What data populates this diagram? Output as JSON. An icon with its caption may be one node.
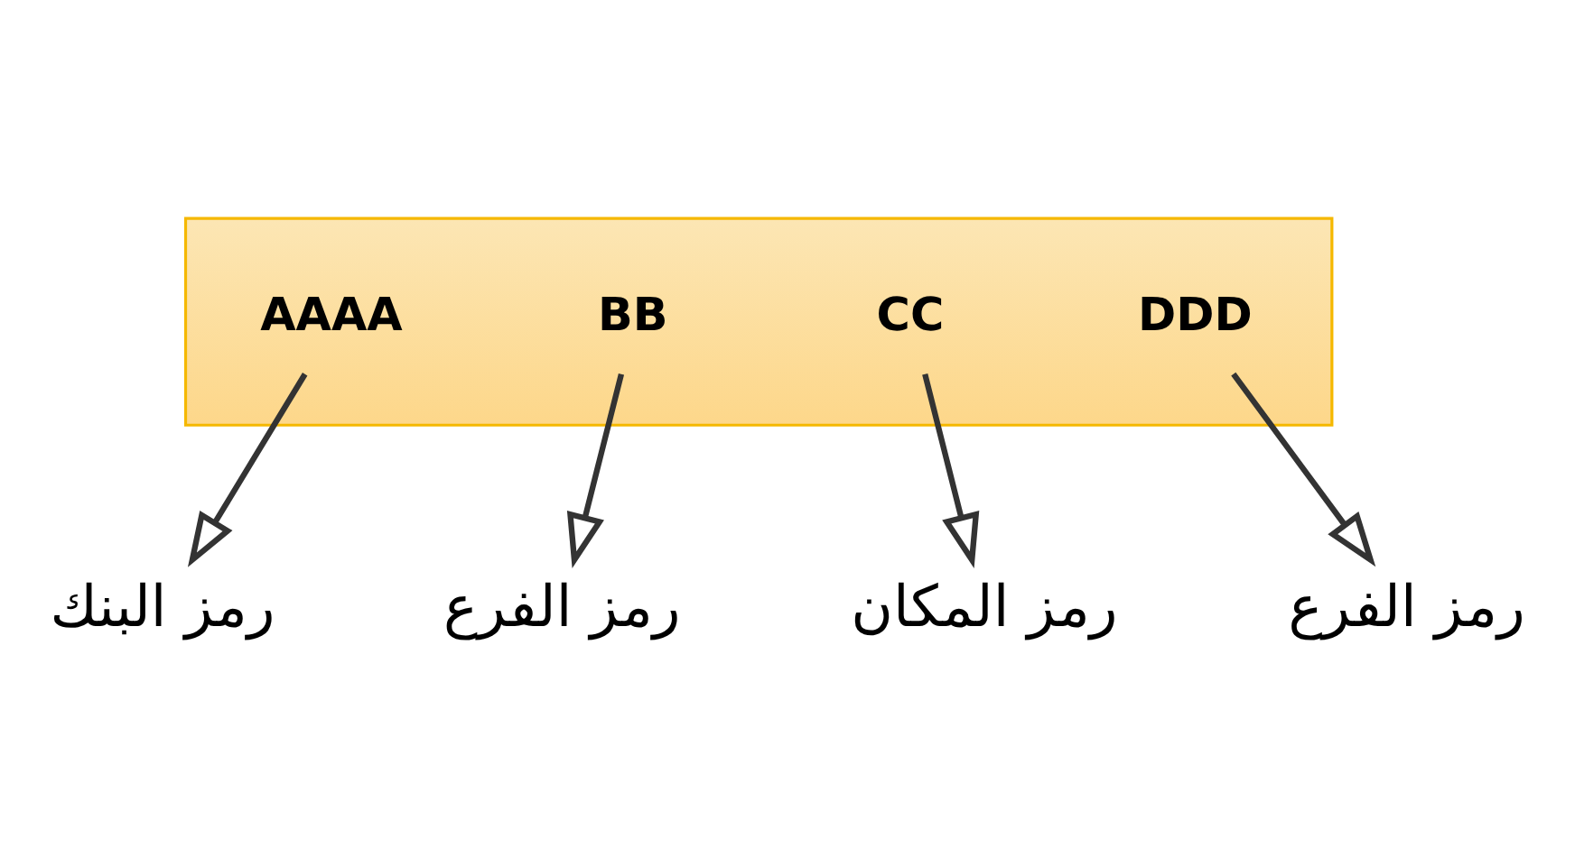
{
  "diagram": {
    "nodes": [
      {
        "text": [],
        "shape": "bar"
      },
      {
        "text": [
          "AAAA"
        ],
        "in": 0
      },
      {
        "text": [
          "BB"
        ],
        "in": 0
      },
      {
        "text": [
          "CC"
        ],
        "in": 0
      },
      {
        "text": [
          "DDD"
        ],
        "in": 0
      },
      {
        "text": [
          "رمز البنك"
        ]
      },
      {
        "text": [
          "رمز الفرع"
        ]
      },
      {
        "text": [
          "رمز المكان"
        ]
      },
      {
        "text": [
          "رمز الفرع"
        ]
      }
    ],
    "edges": [
      {
        "from": 1,
        "to": 5,
        "arrow": "to"
      },
      {
        "from": 2,
        "to": 6,
        "arrow": "to"
      },
      {
        "from": 3,
        "to": 7,
        "arrow": "to"
      },
      {
        "from": 4,
        "to": 8,
        "arrow": "to"
      }
    ]
  }
}
